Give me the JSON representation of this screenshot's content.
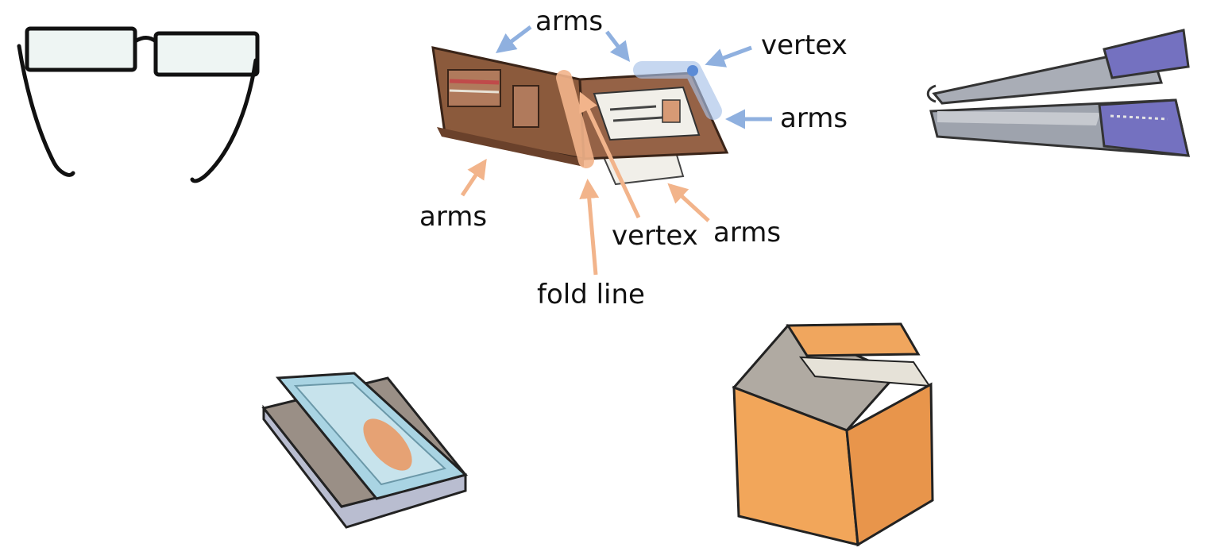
{
  "colors": {
    "blue_annotation": "#8fb0df",
    "orange_annotation": "#f2b48b",
    "wallet_brown": "#8b5a3c",
    "box_orange": "#f2a65a",
    "stapler_gray": "#a9adb6",
    "stapler_purple": "#7471c0",
    "tin_blue": "#a9d4e3"
  },
  "icons": {
    "glasses": "eyeglasses-icon",
    "wallet": "wallet-icon",
    "stapler": "stapler-icon",
    "tin": "open-tin-box-icon",
    "box": "open-cardboard-box-icon"
  },
  "labels": {
    "blue_arms_top": "arms",
    "blue_vertex": "vertex",
    "blue_arms_right": "arms",
    "orange_arms_left": "arms",
    "orange_vertex": "vertex",
    "orange_arms_right": "arms",
    "fold_line": "fold line"
  }
}
